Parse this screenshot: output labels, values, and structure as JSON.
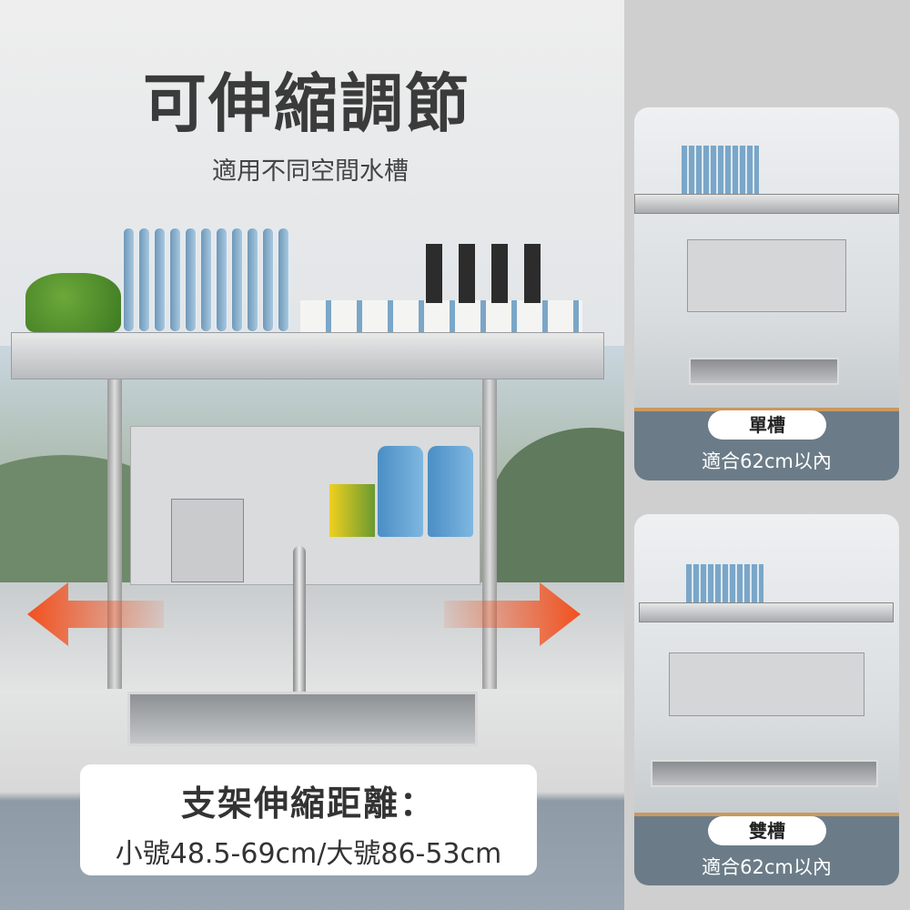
{
  "header": {
    "title": "可伸縮調節",
    "subtitle": "適用不同空間水槽"
  },
  "info": {
    "heading": "支架伸縮距離：",
    "sizes": "小號48.5-69cm/大號86-53cm"
  },
  "variants": [
    {
      "label": "單槽",
      "fit": "適合62cm以內"
    },
    {
      "label": "雙槽",
      "fit": "適合62cm以內"
    }
  ],
  "colors": {
    "arrow": "#f2501e",
    "card_bottom": "#6b7c88",
    "accent_wood": "#c9995e"
  }
}
